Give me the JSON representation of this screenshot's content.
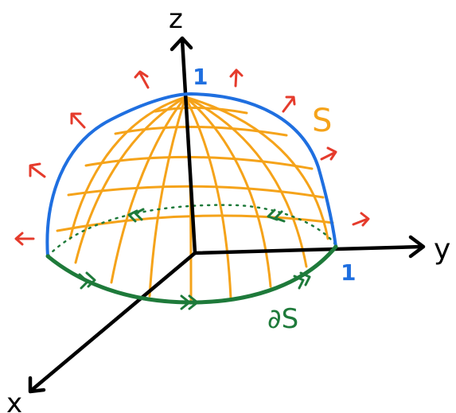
{
  "axes": {
    "x_label": "x",
    "y_label": "y",
    "z_label": "z"
  },
  "ticks": {
    "z_tick": "1",
    "y_tick": "1"
  },
  "surface": {
    "label": "S",
    "boundary_label": "∂S"
  },
  "colors": {
    "axis": "#000000",
    "surface_grid": "#f5a31a",
    "surface_outline": "#1f6fe0",
    "normal_arrows": "#e53b2c",
    "boundary": "#1e7a3a",
    "tick_labels": "#1f6fe0"
  },
  "icons": [
    "normal-vector-arrow",
    "orientation-chevron"
  ]
}
